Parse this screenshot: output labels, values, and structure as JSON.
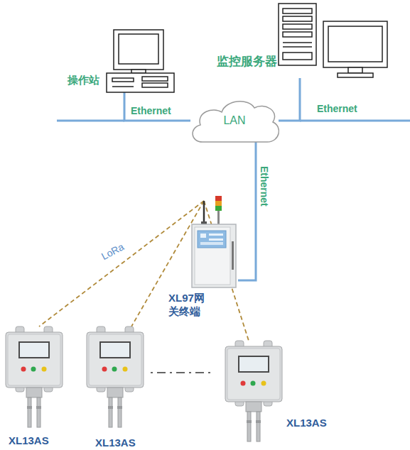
{
  "diagram": {
    "nodes": [
      {
        "text": [
          "操作站"
        ]
      },
      {
        "text": [
          "监控服务器"
        ]
      },
      {
        "text": [
          "LAN"
        ]
      },
      {
        "text": [
          "XL97网关终端"
        ]
      },
      {
        "text": [
          "XL13AS"
        ]
      },
      {
        "text": [
          "XL13AS"
        ]
      },
      {
        "text": [
          "XL13AS"
        ]
      }
    ],
    "edges": [
      {
        "from": 0,
        "to": 2,
        "arrow": "none",
        "label": "Ethernet"
      },
      {
        "from": 1,
        "to": 2,
        "arrow": "none",
        "label": "Ethernet"
      },
      {
        "from": 3,
        "to": 2,
        "arrow": "none",
        "label": "Ethernet"
      },
      {
        "from": 3,
        "to": 4,
        "arrow": "none",
        "label": "LoRa"
      },
      {
        "from": 3,
        "to": 5,
        "arrow": "none"
      },
      {
        "from": 3,
        "to": 6,
        "arrow": "none"
      }
    ]
  }
}
